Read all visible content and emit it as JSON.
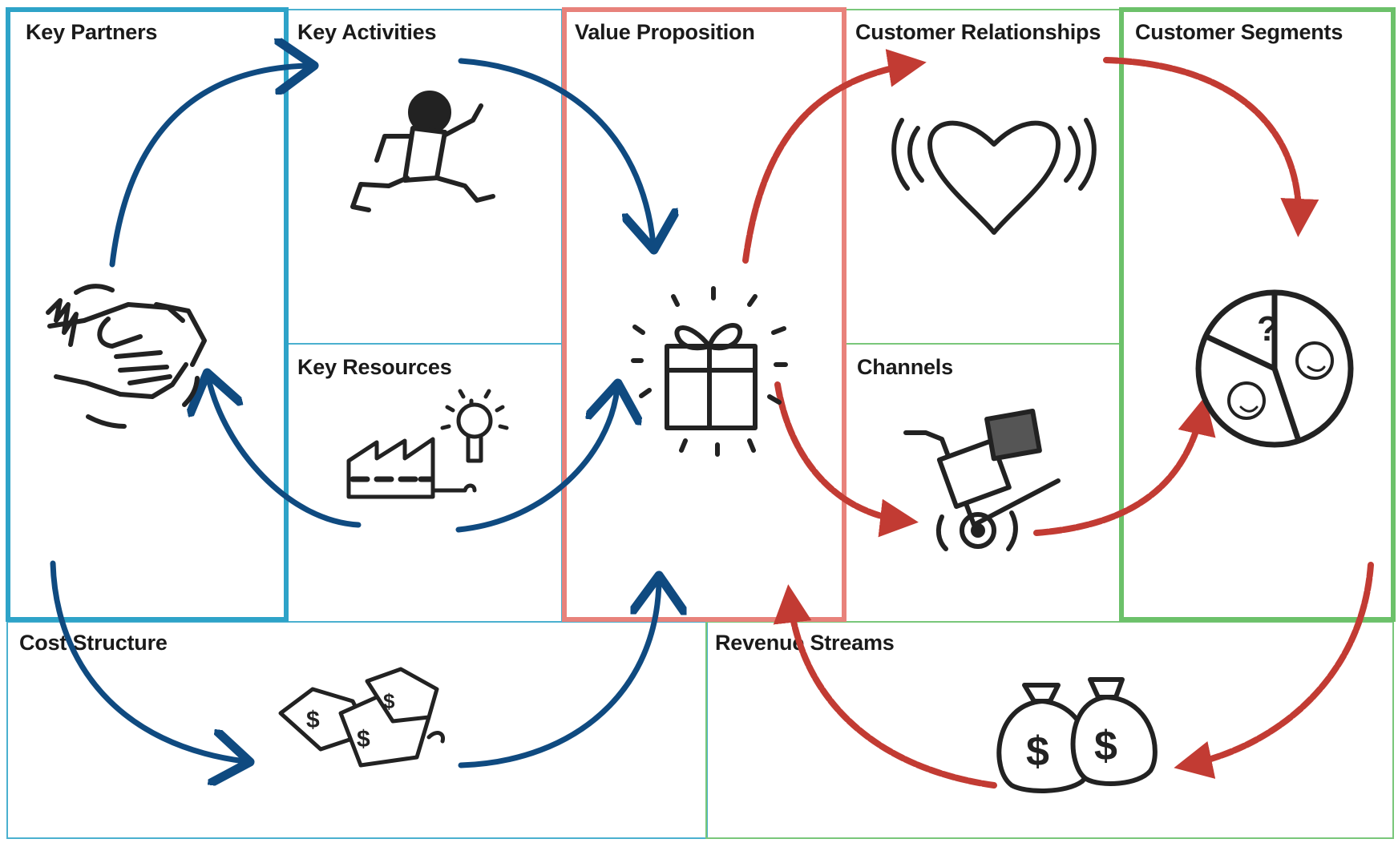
{
  "blocks": {
    "key_partners": "Key Partners",
    "key_activities": "Key Activities",
    "key_resources": "Key Resources",
    "value_proposition": "Value Proposition",
    "customer_relationships": "Customer Relationships",
    "channels": "Channels",
    "customer_segments": "Customer Segments",
    "cost_structure": "Cost Structure",
    "revenue_streams": "Revenue Streams"
  },
  "icons": {
    "key_partners": "handshake-icon",
    "key_activities": "running-person-icon",
    "key_resources": "factory-lightbulb-icon",
    "value_proposition": "gift-box-icon",
    "customer_relationships": "heart-icon",
    "channels": "hand-truck-icon",
    "customer_segments": "pie-chart-faces-icon",
    "cost_structure": "price-tags-icon",
    "revenue_streams": "money-bags-icon",
    "dollar_sign": "$",
    "question_mark": "?"
  },
  "colors": {
    "partner_side_border": "#2ea3c8",
    "value_border": "#e8827b",
    "customer_side_border": "#6cc16a",
    "cost_arrow": "#0f4a80",
    "revenue_arrow": "#c23b33",
    "sketch_ink": "#222222"
  }
}
